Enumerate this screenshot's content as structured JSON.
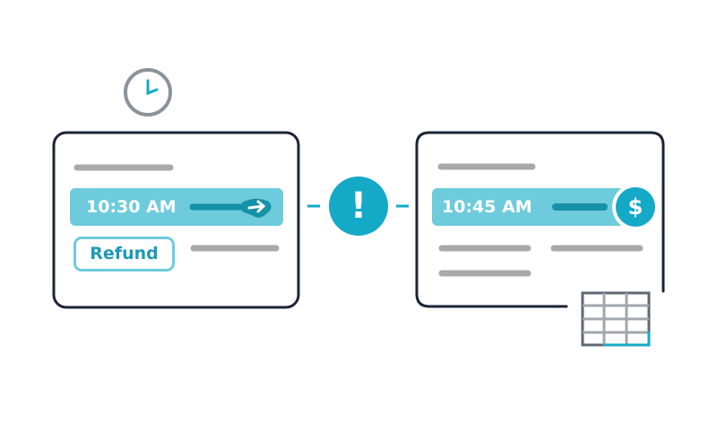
{
  "left_card": {
    "time": "10:30 AM",
    "refund_label": "Refund"
  },
  "right_card": {
    "time": "10:45 AM",
    "currency_symbol": "$"
  },
  "alert": {
    "symbol": "!"
  },
  "colors": {
    "outline": "#1b2535",
    "bar": "#6dcbdc",
    "accent": "#14a9c7",
    "dark_accent": "#1591a8",
    "gray": "#a9a9a9"
  }
}
